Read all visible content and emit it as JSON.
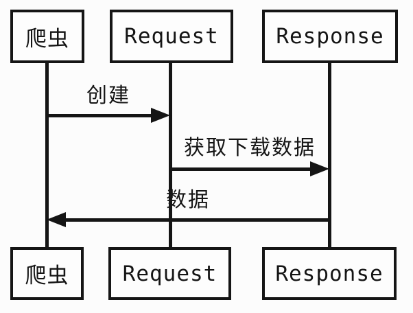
{
  "diagram": {
    "type": "sequence-diagram",
    "actors": [
      {
        "id": "crawler",
        "label": "爬虫"
      },
      {
        "id": "request",
        "label": "Request"
      },
      {
        "id": "response",
        "label": "Response"
      }
    ],
    "messages": [
      {
        "from": "crawler",
        "to": "request",
        "label": "创建",
        "direction": "right"
      },
      {
        "from": "request",
        "to": "response",
        "label": "获取下载数据",
        "direction": "right"
      },
      {
        "from": "response",
        "to": "crawler",
        "label": "数据",
        "direction": "left"
      }
    ],
    "colors": {
      "line": "#151515",
      "background": "#fcfcfc",
      "box_fill": "#fdfdfd",
      "text": "#151515"
    }
  }
}
